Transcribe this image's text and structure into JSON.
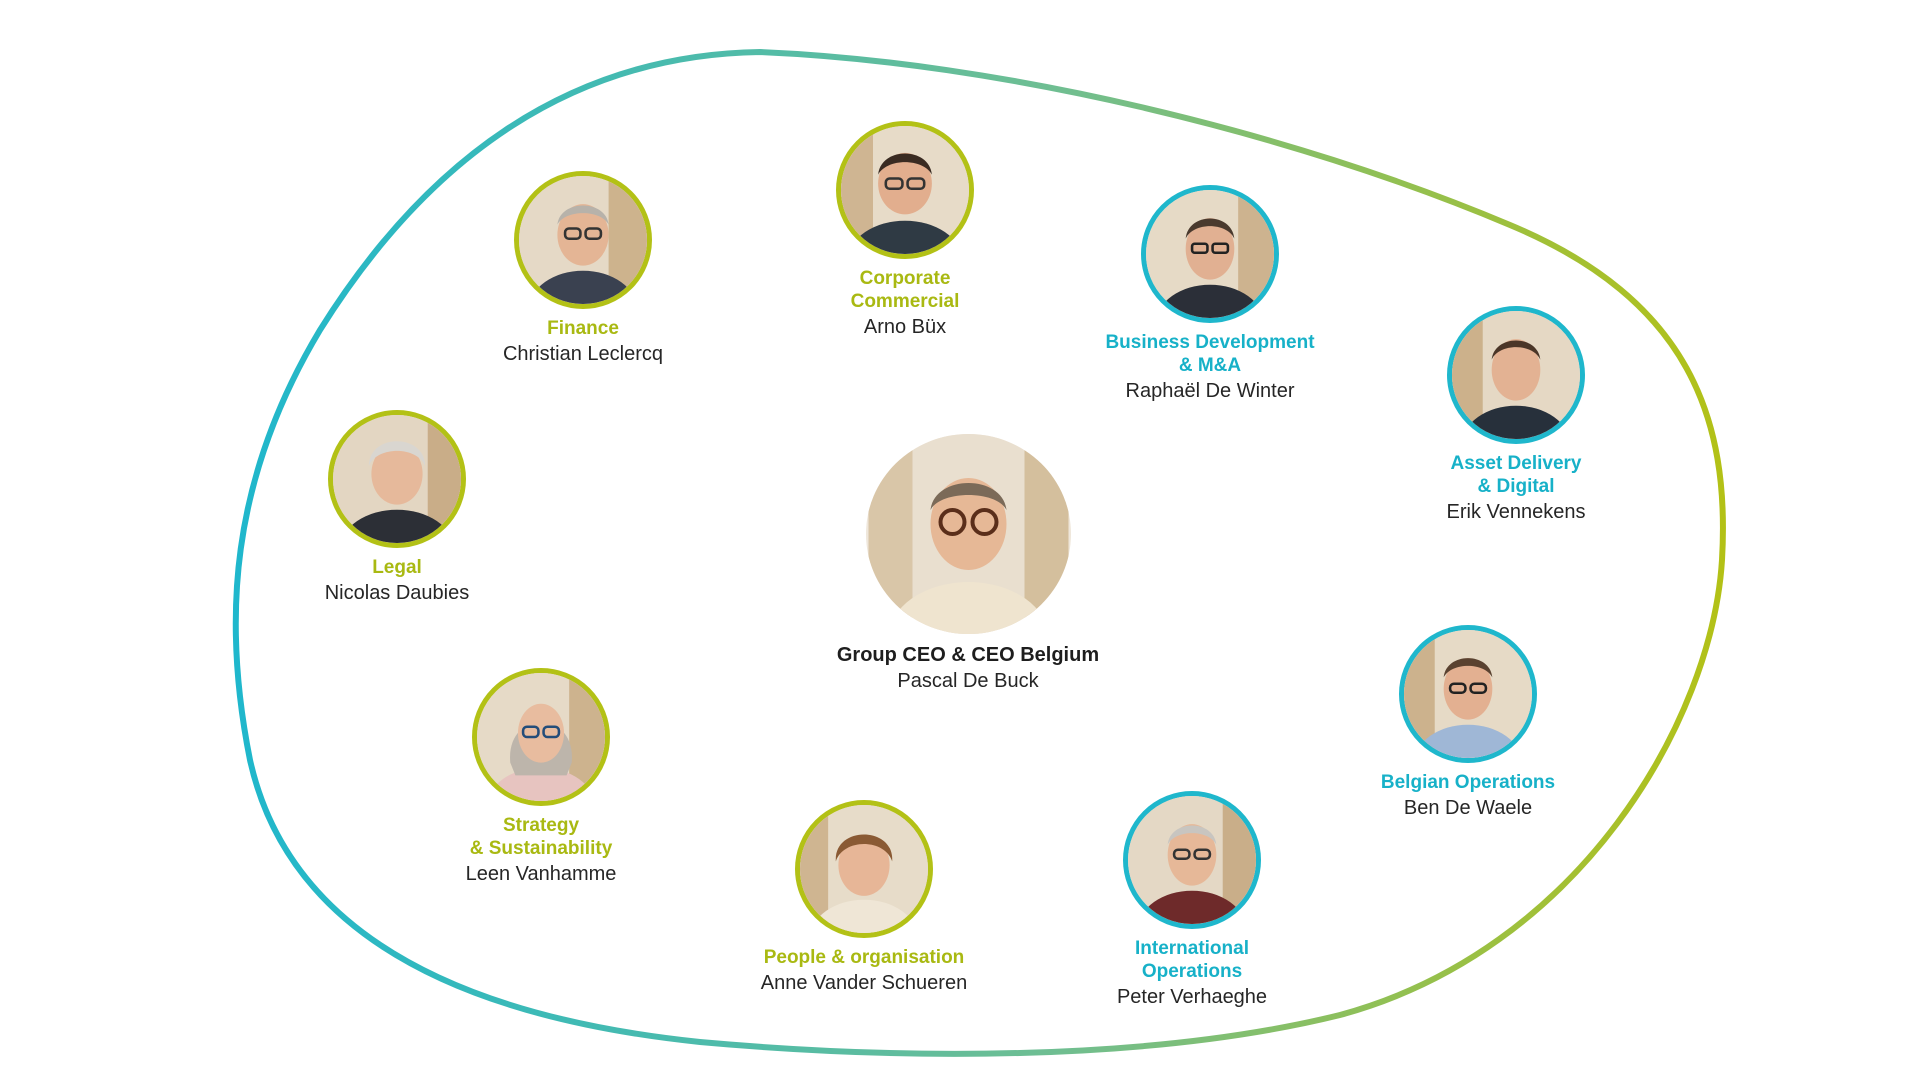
{
  "colors": {
    "green": "#b3c116",
    "teal": "#1fb7cc",
    "text": "#262626"
  },
  "members": [
    {
      "key": "ceo",
      "role": "Group CEO & CEO Belgium",
      "name": "Pascal De Buck",
      "accent": "ceo",
      "icon": "portrait-photo"
    },
    {
      "key": "finance",
      "role": "Finance",
      "name": "Christian Leclercq",
      "accent": "green",
      "icon": "portrait-photo"
    },
    {
      "key": "corporate-commercial",
      "role": "Corporate\nCommercial",
      "name": "Arno Büx",
      "accent": "green",
      "icon": "portrait-photo"
    },
    {
      "key": "business-development",
      "role": "Business Development\n& M&A",
      "name": "Raphaël De Winter",
      "accent": "teal",
      "icon": "portrait-photo"
    },
    {
      "key": "asset-delivery",
      "role": "Asset Delivery\n& Digital",
      "name": "Erik Vennekens",
      "accent": "teal",
      "icon": "portrait-photo"
    },
    {
      "key": "legal",
      "role": "Legal",
      "name": "Nicolas Daubies",
      "accent": "green",
      "icon": "portrait-photo"
    },
    {
      "key": "strategy",
      "role": "Strategy\n& Sustainability",
      "name": "Leen Vanhamme",
      "accent": "green",
      "icon": "portrait-photo"
    },
    {
      "key": "people",
      "role": "People & organisation",
      "name": "Anne Vander Schueren",
      "accent": "green",
      "icon": "portrait-photo"
    },
    {
      "key": "international",
      "role": "International\nOperations",
      "name": "Peter Verhaeghe",
      "accent": "teal",
      "icon": "portrait-photo"
    },
    {
      "key": "belgian",
      "role": "Belgian Operations",
      "name": "Ben De Waele",
      "accent": "teal",
      "icon": "portrait-photo"
    }
  ]
}
